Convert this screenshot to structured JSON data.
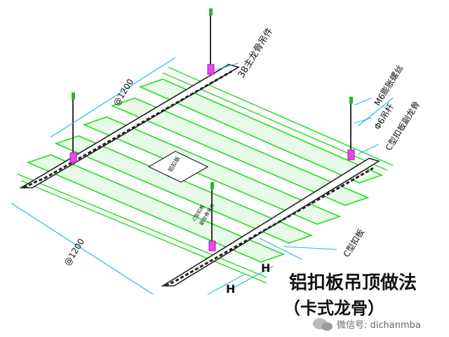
{
  "labels": {
    "main_runner_hanger": "38主龙骨吊件",
    "expansion_bolt": "M6膨胀螺丝",
    "hanger_rod": "Φ6吊杆",
    "c_runner": "C型扣板副龙骨",
    "c_panel": "C型扣板",
    "dim_top": "@1200",
    "dim_left": "@1200",
    "h1": "H",
    "h2": "H",
    "panel_tag": "铝扣板",
    "clip_tag_1": "C型扣板",
    "clip_tag_2": "副龙骨吊件"
  },
  "title": {
    "line1": "铝扣板吊顶做法",
    "line2": "（卡式龙骨）"
  },
  "watermark": {
    "text": "微信号: dichanmba"
  },
  "colors": {
    "panel_green": "#22dd22",
    "panel_fill": "#ccf5cc",
    "runner": "#222222",
    "dim_line": "#22bbdd",
    "hanger_pink": "#ee44ee"
  }
}
